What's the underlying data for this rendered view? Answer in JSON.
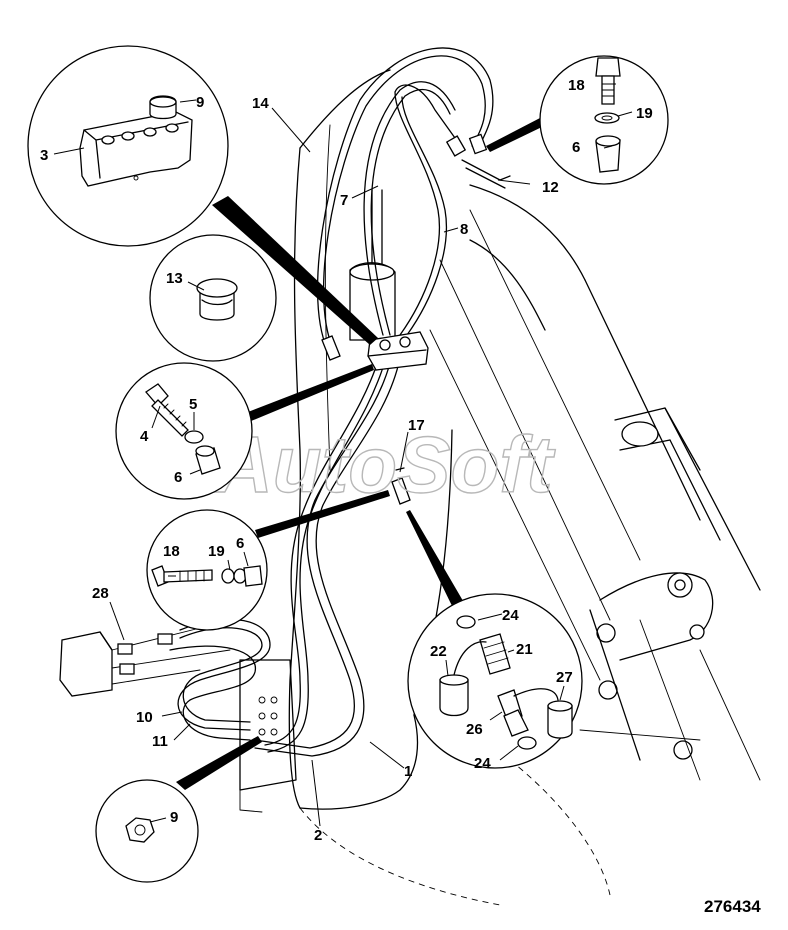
{
  "drawing": {
    "reference_number": "276434",
    "watermark": "AutoSoft"
  },
  "callouts": {
    "c1": "1",
    "c2": "2",
    "c3": "3",
    "c4": "4",
    "c5": "5",
    "c6_top": "6",
    "c6_mid": "6",
    "c6_right": "6",
    "c7": "7",
    "c8": "8",
    "c9_top": "9",
    "c9_bottom": "9",
    "c10": "10",
    "c11": "11",
    "c12": "12",
    "c13": "13",
    "c14": "14",
    "c17": "17",
    "c18_mid": "18",
    "c18_right": "18",
    "c19_mid": "19",
    "c19_right": "19",
    "c21": "21",
    "c22": "22",
    "c24_top": "24",
    "c24_bottom": "24",
    "c26": "26",
    "c27": "27",
    "c28": "28"
  }
}
